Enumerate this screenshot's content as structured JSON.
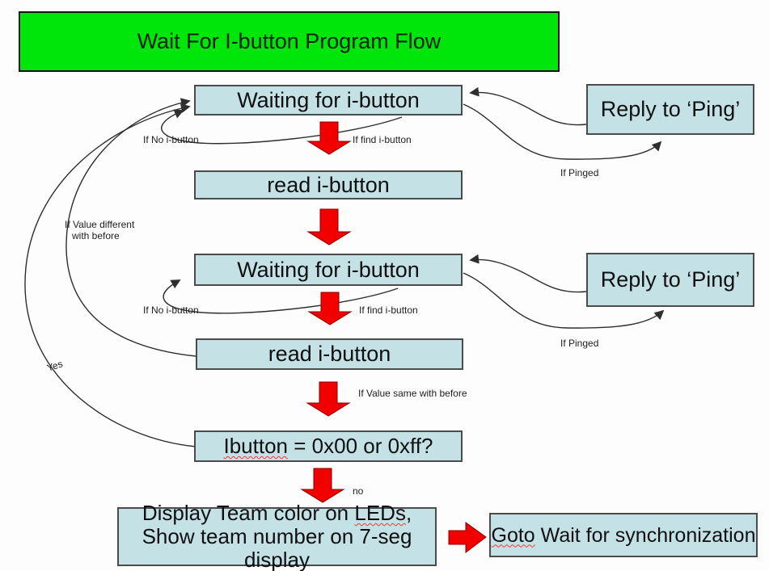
{
  "title": {
    "label": "Wait For I-button Program Flow"
  },
  "nodes": {
    "waiting1": {
      "label": "Waiting for i-button"
    },
    "reply1": {
      "label": "Reply to ‘Ping’"
    },
    "read1": {
      "label": "read i-button"
    },
    "waiting2": {
      "label": "Waiting for i-button"
    },
    "reply2": {
      "label": "Reply to ‘Ping’"
    },
    "read2": {
      "label": "read i-button"
    },
    "ibutton": {
      "wavy": "Ibutton",
      "rest": " = 0x00 or 0xff?"
    },
    "display": {
      "line1_pre": "Display Team color on ",
      "line1_wavy": "LEDs",
      "line1_post": ",",
      "line2": "Show team number on 7-seg display"
    },
    "goto": {
      "wavy": "Goto",
      "rest": " Wait for synchronization"
    }
  },
  "edge_labels": {
    "if_find_1": "If find i-button",
    "if_no_1": "If No i-button",
    "if_pinged_1": "If Pinged",
    "if_value_diff_line1": "If Value different",
    "if_value_diff_line2": "with before",
    "if_find_2": "If find i-button",
    "if_no_2": "If No i-button",
    "if_pinged_2": "If Pinged",
    "yes": "Yes",
    "if_value_same": "If Value same with before",
    "no": "no"
  },
  "colors": {
    "page_bg": "#fdfdfd",
    "title_bg": "#00e50a",
    "node_bg": "#c4e2e6",
    "node_border": "#4b4b4b",
    "arrow_red": "#f20000",
    "arrow_red_border": "#8b0000",
    "line": "#2e2e2e",
    "wavy_red": "#ff3333"
  }
}
